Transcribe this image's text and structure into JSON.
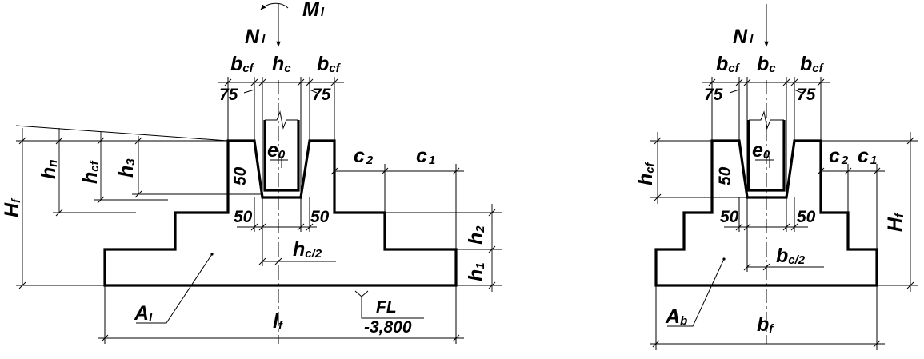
{
  "left": {
    "moment": {
      "main": "M",
      "sub": "l"
    },
    "normal": {
      "main": "N",
      "sub": "l"
    },
    "bcf_left": {
      "main": "b",
      "sub": "cf"
    },
    "hc": {
      "main": "h",
      "sub": "c"
    },
    "bcf_right": {
      "main": "b",
      "sub": "cf"
    },
    "gap_left": "75",
    "gap_right": "75",
    "Hf": {
      "main": "H",
      "sub": "f"
    },
    "hn": {
      "main": "h",
      "sub": "п"
    },
    "hcf": {
      "main": "h",
      "sub": "cf"
    },
    "h3": {
      "main": "h",
      "sub": "3"
    },
    "e0": {
      "main": "e",
      "sub": "0"
    },
    "c2": {
      "main": "c",
      "sub": "2"
    },
    "c1": {
      "main": "c",
      "sub": "1"
    },
    "fifty_vertical": "50",
    "fifty_left": "50",
    "fifty_right": "50",
    "h2": {
      "main": "h",
      "sub": "2"
    },
    "h1": {
      "main": "h",
      "sub": "1"
    },
    "hc_half": {
      "main": "h",
      "sub": "c/2"
    },
    "area": {
      "main": "A",
      "sub": "l"
    },
    "length": {
      "main": "l",
      "sub": "f"
    },
    "level_label": "FL",
    "level_value": "-3,800"
  },
  "right": {
    "normal": {
      "main": "N",
      "sub": "l"
    },
    "bcf_left": {
      "main": "b",
      "sub": "cf"
    },
    "bc": {
      "main": "b",
      "sub": "c"
    },
    "bcf_right": {
      "main": "b",
      "sub": "cf"
    },
    "gap_left": "75",
    "gap_right": "75",
    "hcf": {
      "main": "h",
      "sub": "cf"
    },
    "e0": {
      "main": "e",
      "sub": "0"
    },
    "c2": {
      "main": "c",
      "sub": "2"
    },
    "c1": {
      "main": "c",
      "sub": "1"
    },
    "Hf": {
      "main": "H",
      "sub": "f"
    },
    "fifty_vertical": "50",
    "fifty_left": "50",
    "fifty_right": "50",
    "bc_half": {
      "main": "b",
      "sub": "c/2"
    },
    "area": {
      "main": "A",
      "sub": "b"
    },
    "width": {
      "main": "b",
      "sub": "f"
    }
  }
}
